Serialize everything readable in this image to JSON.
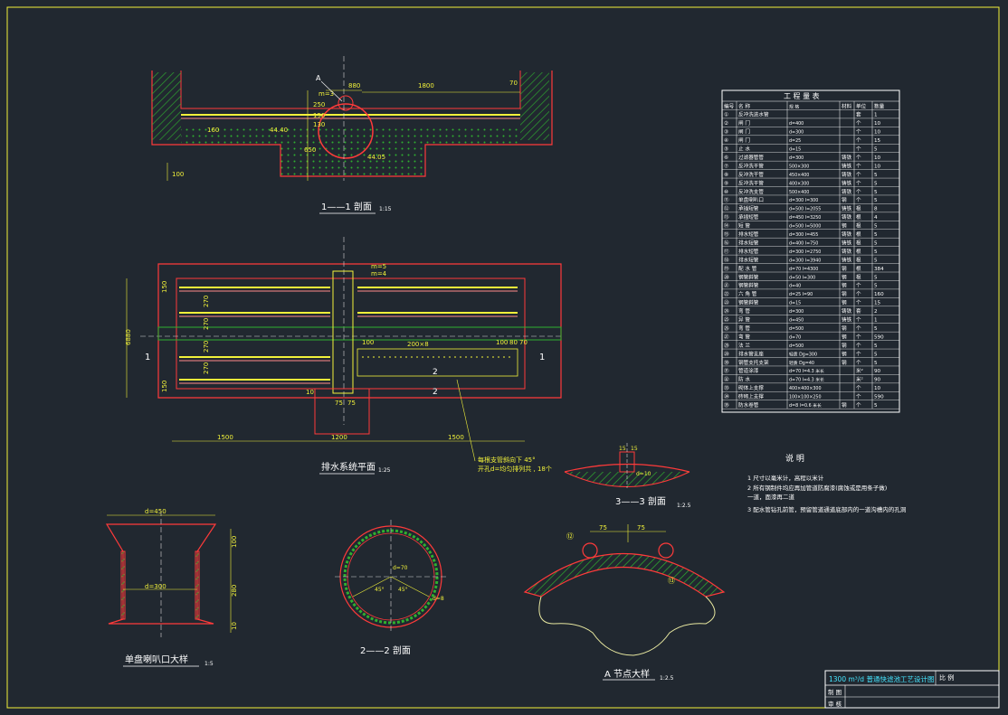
{
  "drawing": {
    "background": "#212830",
    "colors": {
      "outline": "#ff3a3a",
      "dim": "#f2f23a",
      "text": "#ffffff",
      "pipe": "#e8e8a0",
      "hatch": "#2fb02f",
      "center": "#e0e0e0",
      "title": "#46e6ff"
    }
  },
  "section_1_1": {
    "title": "1——1  剖面",
    "scale": "1:15",
    "dims": [
      "880",
      "1800",
      "70",
      "m=3",
      "250",
      "150",
      "130",
      "650",
      "160",
      "44.40",
      "44.05",
      "100"
    ],
    "callout_a": "A"
  },
  "plan": {
    "title": "排水系统平面",
    "scale": "1:25",
    "dims_bottom": [
      "1500",
      "1200",
      "1500"
    ],
    "dims_left": [
      "6880",
      "150",
      "270",
      "270",
      "270",
      "270",
      "150"
    ],
    "dims_right": [
      "100",
      "200×8",
      "100",
      "80",
      "70"
    ],
    "section_marks": [
      "1",
      "1",
      "2",
      "2"
    ],
    "note_line1": "每根支管斜向下 45°",
    "note_line2": "开孔d=均匀排列共 , 18个",
    "small_dims": [
      "m=5",
      "m=4",
      "10",
      "75",
      "75"
    ]
  },
  "section_3_3": {
    "title": "3——3  剖面",
    "scale": "1:2.5",
    "dims": [
      "15",
      "15",
      "d=10"
    ]
  },
  "detail_outlet": {
    "title": "单盘喇叭口大样",
    "scale": "1:5",
    "dims": [
      "d=450",
      "d=300",
      "100",
      "280",
      "10"
    ]
  },
  "section_2_2": {
    "title": "2——2  剖面",
    "dims": [
      "d=70",
      "45°",
      "45°",
      "d=8"
    ]
  },
  "detail_a": {
    "title": "A 节点大样",
    "scale": "1:2.5",
    "dims": [
      "75",
      "75"
    ],
    "marks": [
      "⑫",
      "⑬"
    ]
  },
  "table": {
    "title": "工 程 量 表",
    "headers": [
      "编号",
      "名  称",
      "规  格",
      "材料",
      "单位",
      "数量"
    ],
    "rows": [
      [
        "①",
        "反冲洗进水管",
        "",
        "",
        "套",
        "1"
      ],
      [
        "②",
        "闸  门",
        "d=400",
        "",
        "个",
        "10"
      ],
      [
        "③",
        "闸  门",
        "d=300",
        "",
        "个",
        "10"
      ],
      [
        "④",
        "闸  门",
        "d=25",
        "",
        "个",
        "15"
      ],
      [
        "⑤",
        "止  水",
        "d=15",
        "",
        "个",
        "5"
      ],
      [
        "⑥",
        "过滤器管管",
        "d=300",
        "铸铁",
        "个",
        "10"
      ],
      [
        "⑦",
        "反冲洗干管",
        "500×300",
        "铸铁",
        "个",
        "10"
      ],
      [
        "⑧",
        "反冲洗干管",
        "450×400",
        "铸铁",
        "个",
        "5"
      ],
      [
        "⑨",
        "反冲洗干管",
        "400×300",
        "铸铁",
        "个",
        "5"
      ],
      [
        "⑩",
        "反冲洗支管",
        "500×400",
        "铸铁",
        "个",
        "5"
      ],
      [
        "⑪",
        "单盘喇叭口",
        "d=300 l=300",
        "钢",
        "个",
        "5"
      ],
      [
        "⑫",
        "承插短管",
        "d=500 l=2055",
        "铸铁",
        "根",
        "8"
      ],
      [
        "⑬",
        "承插短管",
        "d=450 l=3250",
        "铸铁",
        "根",
        "4"
      ],
      [
        "⑭",
        "短  管",
        "d=500 l=5000",
        "钢",
        "根",
        "5"
      ],
      [
        "⑮",
        "排水短管",
        "d=300 l=455",
        "铸铁",
        "根",
        "5"
      ],
      [
        "⑯",
        "排水短管",
        "d=400 l=750",
        "铸铁",
        "根",
        "5"
      ],
      [
        "⑰",
        "排水短管",
        "d=300 l=2750",
        "铸铁",
        "根",
        "5"
      ],
      [
        "⑱",
        "排水短管",
        "d=300 l=3940",
        "铸铁",
        "根",
        "5"
      ],
      [
        "⑲",
        "配 水 管",
        "d=70 l=4300",
        "钢",
        "根",
        "384"
      ],
      [
        "⑳",
        "钢管斜管",
        "d=50 l=300",
        "钢",
        "根",
        "5"
      ],
      [
        "㉑",
        "钢管斜管",
        "d=40",
        "钢",
        "个",
        "5"
      ],
      [
        "㉒",
        "六 角 管",
        "d=25 l=90",
        "钢",
        "个",
        "160"
      ],
      [
        "㉓",
        "钢管斜管",
        "d=15",
        "钢",
        "个",
        "15"
      ],
      [
        "㉔",
        "弯    管",
        "d=300",
        "铸铁",
        "套",
        "2"
      ],
      [
        "㉕",
        "异    管",
        "d=450",
        "铸铁",
        "个",
        "1"
      ],
      [
        "㉖",
        "弯    管",
        "d=500",
        "钢",
        "个",
        "5"
      ],
      [
        "㉗",
        "弯    管",
        "d=70",
        "钢",
        "个",
        "590"
      ],
      [
        "㉘",
        "法    兰",
        "d=500",
        "钢",
        "个",
        "5"
      ],
      [
        "㉙",
        "排水管支座",
        "轻质 Dg=300",
        "钢",
        "个",
        "5"
      ],
      [
        "㉚",
        "钢管支托支架",
        "轻质 Dg=40",
        "钢",
        "个",
        "5"
      ],
      [
        "㉛",
        "管道涂漆",
        "d=70 l=4.3 米长",
        "",
        "米²",
        "90"
      ],
      [
        "㉜",
        "防  水",
        "d=70 l=4.3 米长",
        "",
        "米²",
        "90"
      ],
      [
        "㉝",
        "砌体上支撑",
        "400×400×300",
        "",
        "个",
        "10"
      ],
      [
        "㉞",
        "砖砌上支撑",
        "100×100×250",
        "",
        "个",
        "590"
      ],
      [
        "㉟",
        "防水卷管",
        "d=8 l=0.6 米长",
        "钢",
        "个",
        "5"
      ]
    ]
  },
  "notes": {
    "title": "说  明",
    "items": [
      "1  尺寸以毫米计，高程以米计",
      "2  所有钢制件均应再加管道防腐漆(腐蚀或是用条子做)",
      "   一道，面漆再二道",
      "3  配水管钻孔前管，预留管道通道底部内的一道沟槽内的孔洞"
    ]
  },
  "title_block": {
    "title": "1300 m³/d 普通快滤池工艺设计图",
    "scale_label": "比 例",
    "row1": "制 图",
    "row2": "审 核"
  }
}
